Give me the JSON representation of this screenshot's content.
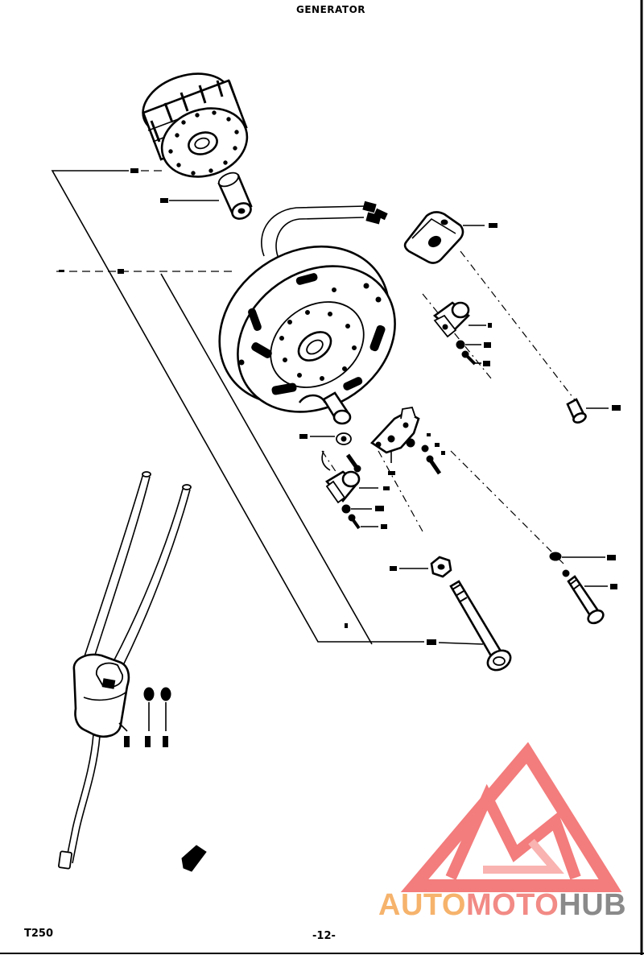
{
  "page": {
    "title": "GENERATOR",
    "model": "T250",
    "page_number": "-12-"
  },
  "watermark": {
    "part1": "AUTO",
    "part2": "MOTO",
    "part3": "HUB",
    "colors": {
      "part1": "#f6b36c",
      "part2": "#f28a85",
      "part3": "#8a8a8a",
      "logo": "#f37c7c",
      "logo_light": "#f9b3b0"
    }
  },
  "colors": {
    "line": "#000000",
    "background": "#ffffff"
  }
}
